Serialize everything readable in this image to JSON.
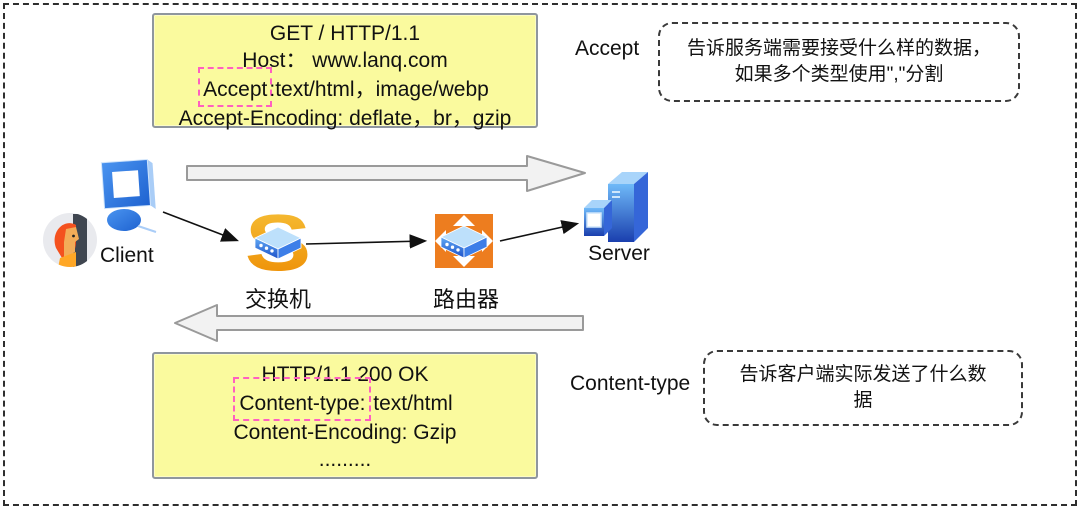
{
  "diagram": {
    "request_box": {
      "line1": "GET / HTTP/1.1",
      "line2": "Host： www.lanq.com",
      "line3_key": "Accept",
      "line3_rest": ":text/html，image/webp",
      "line4": "Accept-Encoding: deflate，br，gzip"
    },
    "response_box": {
      "line1": "HTTP/1.1 200 OK",
      "line2_key": "Content-type:",
      "line2_rest": " text/html",
      "line3": "Content-Encoding: Gzip",
      "line4": "........."
    },
    "nodes": {
      "client": "Client",
      "switch": "交换机",
      "router": "路由器",
      "server": "Server"
    },
    "annotations": {
      "accept": {
        "term": "Accept",
        "note": "告诉服务端需要接受什么样的数据，如果多个类型使用\",\"分割"
      },
      "content_type": {
        "term": "Content-type",
        "note": "告诉客户端实际发送了什么数据"
      }
    },
    "colors": {
      "highlight_dashed": "#FF5FC0",
      "message_box_bg": "#FAFA9E",
      "big_arrow_fill": "#F2F2F2",
      "device_orange": "#F0941E",
      "device_blue": "#2E7DE0"
    }
  }
}
